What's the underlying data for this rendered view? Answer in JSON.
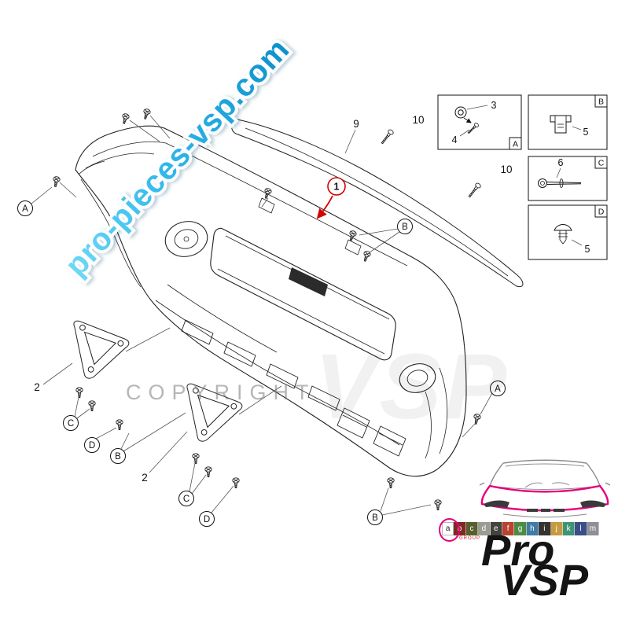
{
  "colors": {
    "watermark_blue": "#29abe2",
    "accent_magenta": "#e6007e",
    "callout_red": "#d40000",
    "line_black": "#1a1a1a"
  },
  "watermark": {
    "site": "pro-pieces-vsp.com",
    "copyright": "COPYRIGHT",
    "ghost": "VSP"
  },
  "callouts": {
    "panel": "1",
    "bracket": "2",
    "trim": "9",
    "screw": "10"
  },
  "anchors": {
    "A": "A",
    "B": "B",
    "C": "C",
    "D": "D"
  },
  "detail_boxes": [
    {
      "letter": "A",
      "parts": [
        "3",
        "4"
      ]
    },
    {
      "letter": "B",
      "parts": [
        "5"
      ]
    },
    {
      "letter": "C",
      "parts": [
        "6"
      ]
    },
    {
      "letter": "D",
      "parts": [
        "5"
      ]
    }
  ],
  "legend": {
    "letters": [
      "a",
      "b",
      "c",
      "d",
      "e",
      "f",
      "g",
      "h",
      "i",
      "j",
      "k",
      "l",
      "m"
    ],
    "selected": "a",
    "caption": "GROUP"
  },
  "logo": {
    "line1": "Pro",
    "line2": "VSP"
  }
}
